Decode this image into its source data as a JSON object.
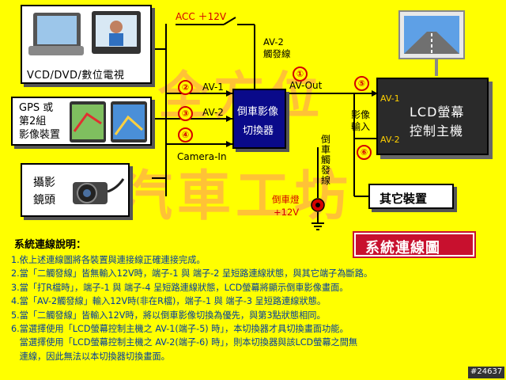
{
  "diagram": {
    "acc_label": "ACC ＋12V",
    "av2_trigger_label_1": "AV-2",
    "av2_trigger_label_2": "觸發線",
    "switcher_label_1": "倒車影像",
    "switcher_label_2": "切換器",
    "port_av1": "AV-1",
    "port_av2": "AV-2",
    "port_camera_in": "Camera-In",
    "port_av_out": "AV-Out",
    "video_input_1": "影像",
    "video_input_2": "輸入",
    "reverse_trigger": [
      "倒",
      "車",
      "觸",
      "發",
      "線"
    ],
    "reverse_light_label": "倒車燈",
    "reverse_light_voltage": "+12V",
    "markers": [
      "①",
      "②",
      "③",
      "④",
      "⑤",
      "⑥"
    ],
    "vcd_label": "VCD/DVD/數位電視",
    "gps_label_lines": [
      "GPS 或",
      "第2組",
      "影像裝置"
    ],
    "camera_label_lines": [
      "攝影",
      "鏡頭"
    ],
    "lcd_port_av1": "AV-1",
    "lcd_port_av2": "AV-2",
    "lcd_label_1": "LCD螢幕",
    "lcd_label_2": "控制主機",
    "other_device_label": "其它裝置",
    "badge_label": "系統連線圖",
    "watermark_top": "全方位",
    "watermark_bottom": "汽車工坊",
    "image_id": "#24637"
  },
  "colors": {
    "background": "#ffff00",
    "switcher": "#0a0a8a",
    "lcd": "#2a2a2a",
    "wire": "#000000",
    "accent_red": "#d40000",
    "notes_text": "#003c9e",
    "badge_bg": "#c8102e"
  },
  "notes": {
    "title": "系統連線說明：",
    "lines": [
      "1.依上述連線圖將各裝置與連接線正確連接完成。",
      "2.當「二觸發線」皆無輸入12V時，端子-1 與 端子-2 呈短路連線狀態，與其它端子為斷路。",
      "3.當「打R檔時」，端子-1 與 端子-4 呈短路連線狀態，LCD螢幕將顯示倒車影像畫面。",
      "4.當「AV-2觸發線」輸入12V時(非在R檔)，端子-1 與 端子-3 呈短路連線狀態。",
      "5.當「二觸發線」皆輸入12V時，將以倒車影像切換為優先，與第3點狀態相同。",
      "6.當選擇使用「LCD螢幕控制主機之 AV-1(端子-5) 時」，本切換器才具切換畫面功能。",
      "   當選擇使用「LCD螢幕控制主機之 AV-2(端子-6) 時」，則本切換器與該LCD螢幕之間無",
      "   連線，因此無法以本切換器切換畫面。"
    ]
  }
}
